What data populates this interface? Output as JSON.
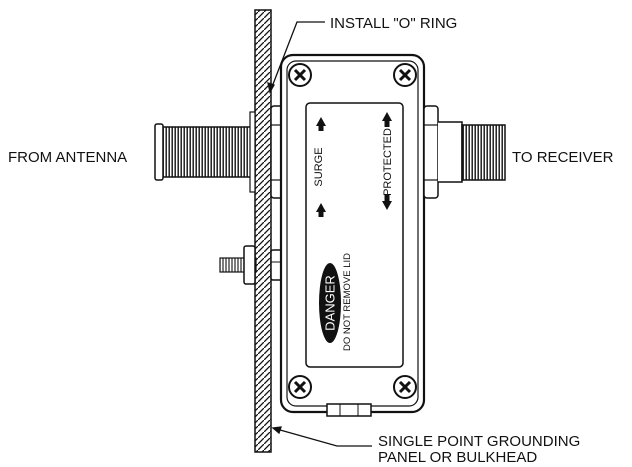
{
  "labels": {
    "install_o_ring": "INSTALL \"O\" RING",
    "from_antenna": "FROM ANTENNA",
    "to_receiver": "TO RECEIVER",
    "grounding_line1": "SINGLE POINT GROUNDING",
    "grounding_line2": "PANEL OR BULKHEAD"
  },
  "device": {
    "surge": "SURGE",
    "protected": "PROTECTED",
    "danger": "DANGER",
    "do_not_remove": "DO NOT REMOVE LID"
  }
}
